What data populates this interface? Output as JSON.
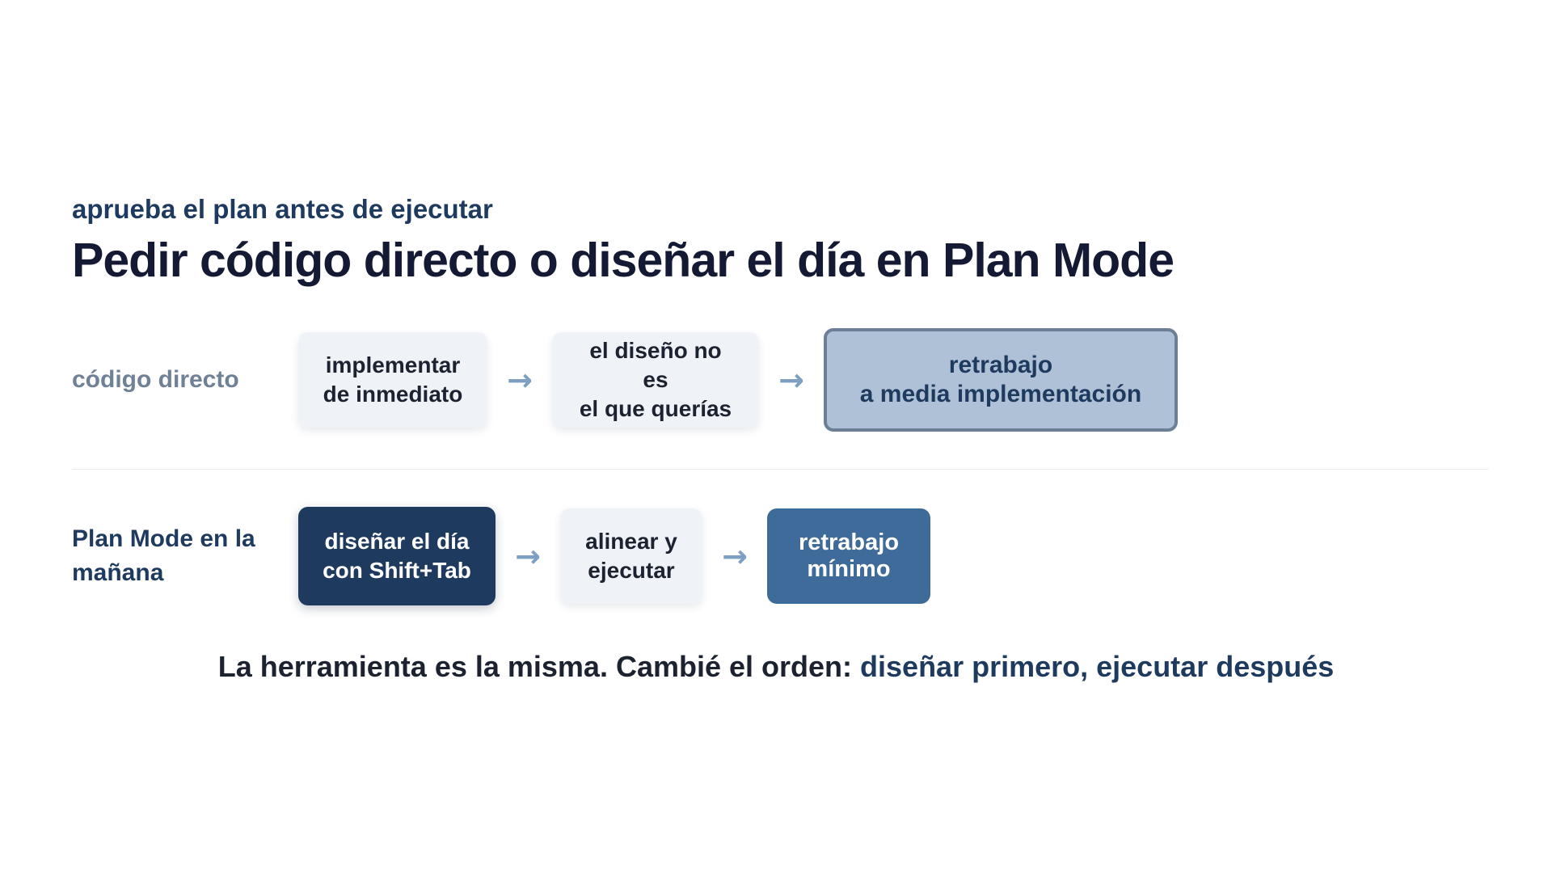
{
  "header": {
    "kicker": "aprueba el plan antes de ejecutar",
    "title": "Pedir código directo o diseñar el día en Plan Mode"
  },
  "rows": {
    "direct": {
      "label": "código directo",
      "steps": [
        "implementar\nde inmediato",
        "el diseño no es\nel que querías",
        "retrabajo\na media implementación"
      ]
    },
    "plan": {
      "label": "Plan Mode en la\nmañana",
      "steps": [
        "diseñar el día\ncon Shift+Tab",
        "alinear y\nejecutar",
        "retrabajo\nmínimo"
      ]
    }
  },
  "arrow_glyph": "→",
  "conclusion": {
    "prefix": "La herramienta es la misma. Cambié el orden: ",
    "highlight": "diseñar primero, ejecutar después"
  },
  "colors": {
    "navy": "#1f3a5f",
    "title": "#141a33",
    "muted_label": "#6f8196",
    "light_box": "#eff3f8",
    "bad_box": "#afc1d6",
    "bad_border": "#6c7f96",
    "good_box": "#3f6b9a",
    "arrow": "#7d9fc4"
  }
}
